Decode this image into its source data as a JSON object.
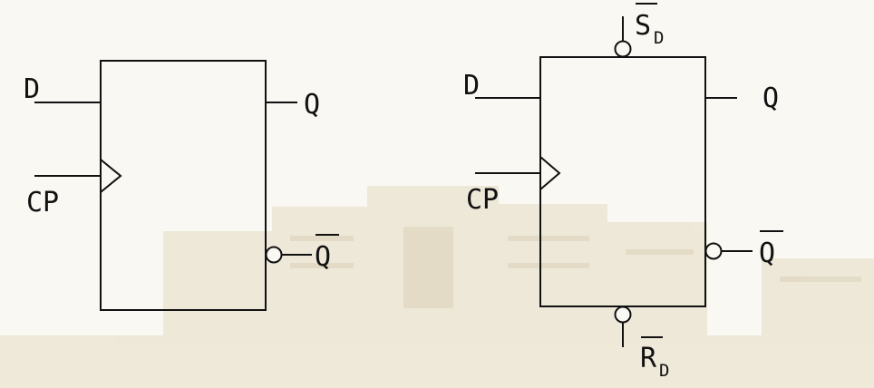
{
  "colors": {
    "ink": "#111111",
    "background": "#faf8f2",
    "watermark": "#e9e2cf"
  },
  "flipflop_basic": {
    "input_d": "D",
    "input_clock": "CP",
    "output_q": "Q",
    "output_q_bar": "Q"
  },
  "flipflop_async": {
    "input_d": "D",
    "input_clock": "CP",
    "output_q": "Q",
    "output_q_bar": "Q",
    "set_main": "S",
    "set_sub": "D",
    "reset_main": "R",
    "reset_sub": "D"
  }
}
